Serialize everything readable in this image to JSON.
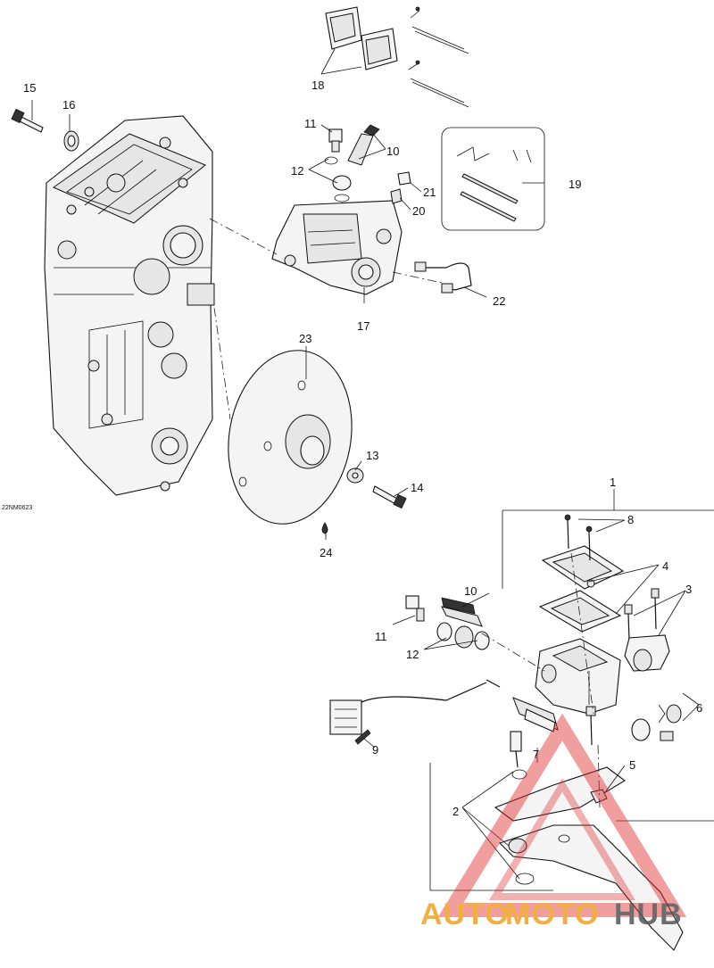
{
  "figure_code": "22NM0623",
  "callouts": {
    "c1": "1",
    "c2": "2",
    "c3": "3",
    "c4": "4",
    "c5": "5",
    "c6": "6",
    "c7": "7",
    "c8": "8",
    "c9": "9",
    "c10a": "10",
    "c10b": "10",
    "c11a": "11",
    "c11b": "11",
    "c12a": "12",
    "c12b": "12",
    "c13": "13",
    "c14": "14",
    "c15": "15",
    "c16": "16",
    "c17": "17",
    "c18": "18",
    "c19": "19",
    "c20": "20",
    "c21": "21",
    "c22": "22",
    "c23": "23",
    "c24": "24"
  },
  "watermark": {
    "part1": "AUTO",
    "part2": "MOTO",
    "part3": "HUB",
    "color_orange": "#f0a020",
    "color_red": "#e03030",
    "color_gray": "#555555"
  }
}
